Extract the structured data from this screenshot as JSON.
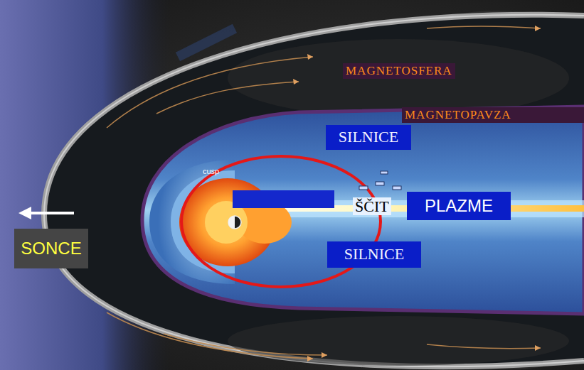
{
  "diagram": {
    "nodes": [
      {
        "text": [
          "SILNICE"
        ]
      },
      {
        "text": [
          "PLAZME"
        ]
      },
      {
        "text": [
          "SILNICE"
        ]
      },
      {
        "text": [
          "SONCE"
        ]
      }
    ],
    "labels": [
      "MAGNETOSFERA",
      "MAGNETOPAVZA",
      "cusp",
      "ŠČIT"
    ]
  }
}
